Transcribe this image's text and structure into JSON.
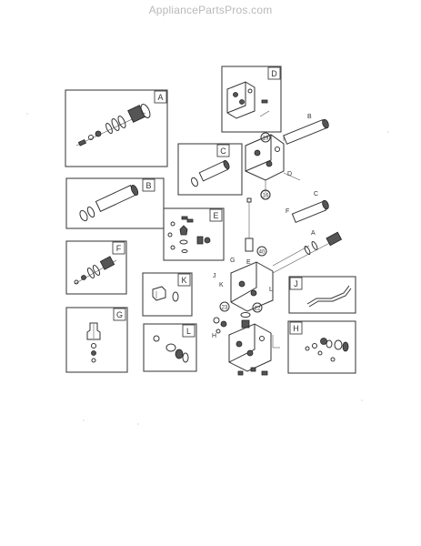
{
  "watermark": "AppliancePartsPros.com",
  "detail_tags": [
    "A",
    "B",
    "C",
    "D",
    "E",
    "F",
    "G",
    "H",
    "J",
    "K",
    "L"
  ],
  "callouts": {
    "letters": [
      "B",
      "C",
      "F",
      "A",
      "D",
      "E",
      "L",
      "K",
      "G",
      "H",
      "J"
    ],
    "numbers": [
      "19",
      "40",
      "22",
      "23",
      "16"
    ]
  }
}
